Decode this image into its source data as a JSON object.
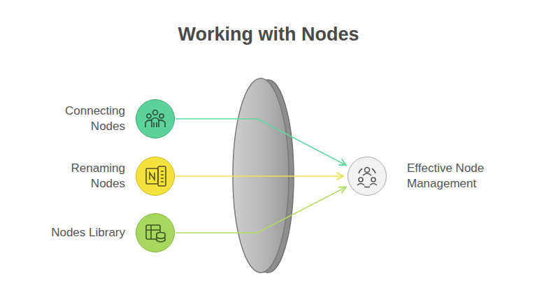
{
  "diagram": {
    "title": "Working with Nodes",
    "nodes": [
      {
        "text": [
          "Connecting Nodes"
        ]
      },
      {
        "text": [
          "Renaming Nodes"
        ]
      },
      {
        "text": [
          "Nodes Library"
        ]
      },
      {
        "text": [
          "Effective Node Management"
        ]
      }
    ],
    "edges": [
      {
        "from": 0,
        "to": 3,
        "arrow": "to"
      },
      {
        "from": 1,
        "to": 3,
        "arrow": "to"
      },
      {
        "from": 2,
        "to": 3,
        "arrow": "to"
      }
    ]
  }
}
